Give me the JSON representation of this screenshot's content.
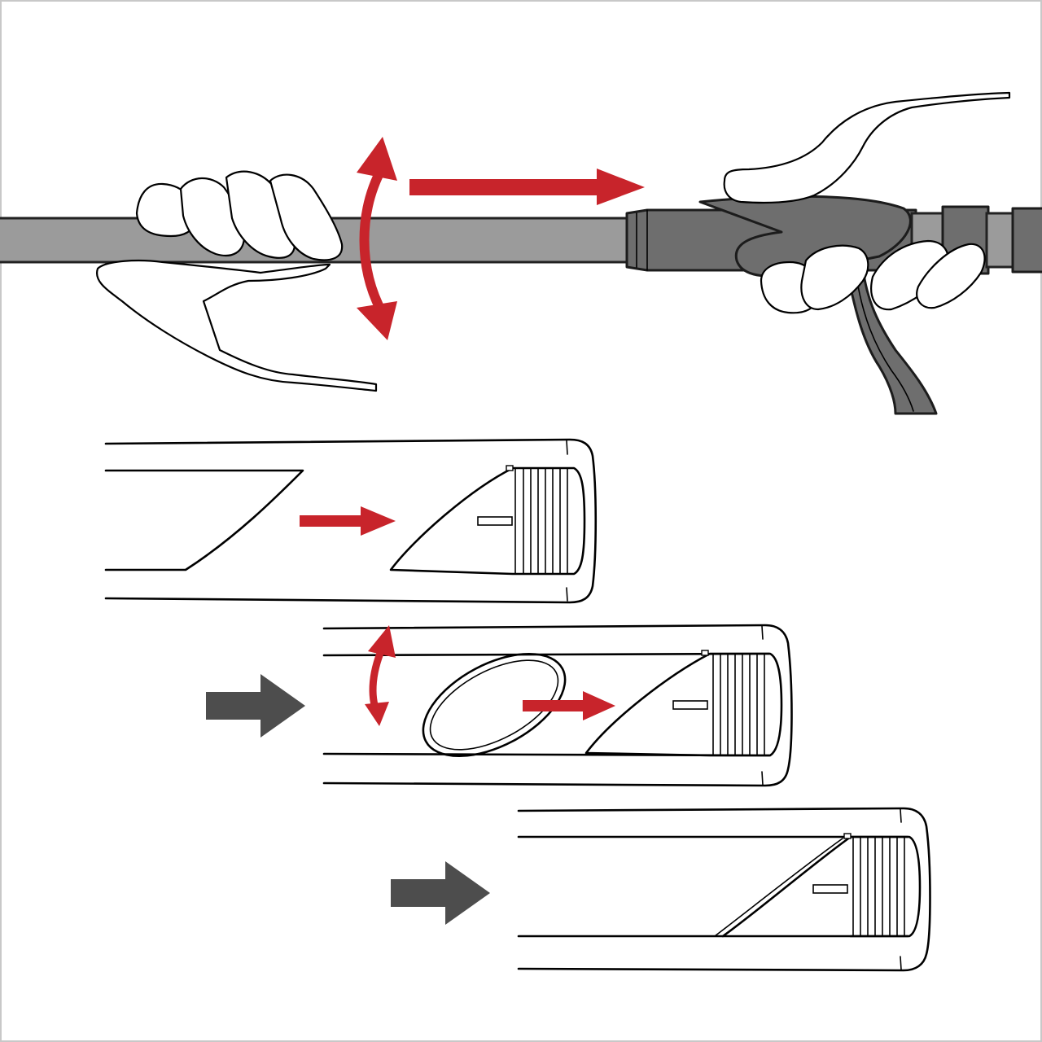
{
  "diagram": {
    "description_free": true,
    "colors": {
      "accent_arrow": "#c8242b",
      "step_arrow": "#4d4d4d",
      "pole_gray": "#9b9b9b",
      "pole_dark": "#6e6e6e",
      "outline": "#000000",
      "background": "#ffffff"
    },
    "icons": {
      "rotate": "double-headed-curved-arrow-icon",
      "pull": "right-arrow-icon",
      "next_step": "step-arrow-icon"
    },
    "steps": [
      {
        "id": "step-1",
        "section_count": 1
      },
      {
        "id": "step-2",
        "section_count": 2
      },
      {
        "id": "step-3",
        "section_count": 3
      }
    ]
  }
}
